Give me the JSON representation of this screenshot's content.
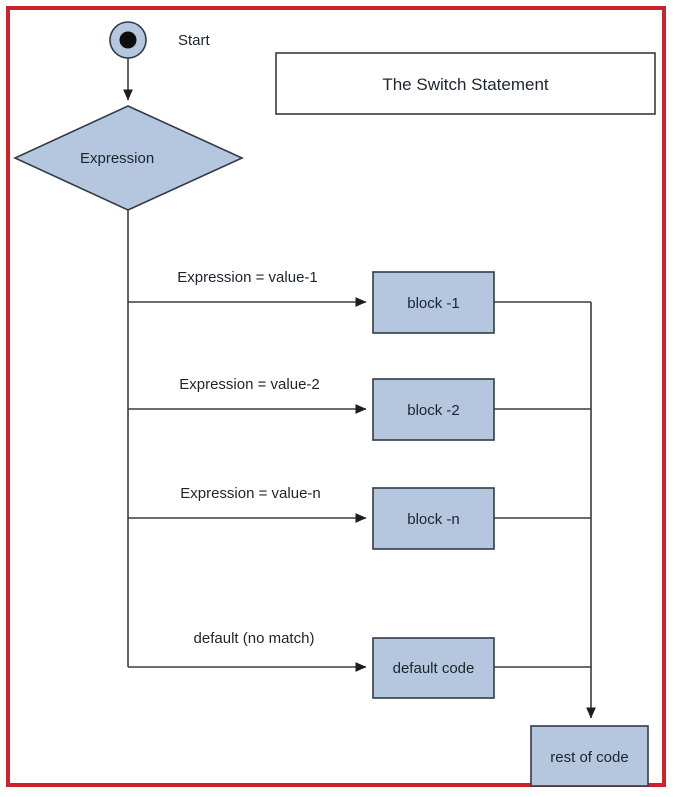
{
  "diagram": {
    "title": "The Switch Statement",
    "start_label": "Start",
    "decision_label": "Expression",
    "frame_color": "#cc2229",
    "node_fill": "#b4c7de",
    "node_stroke": "#333b47",
    "edge_color": "#3b3b3b",
    "text_color": "#1d242e",
    "branches": [
      {
        "edge_label": "Expression = value-1",
        "block_label": "block -1"
      },
      {
        "edge_label": "Expression = value-2",
        "block_label": "block -2"
      },
      {
        "edge_label": "Expression = value-n",
        "block_label": "block -n"
      },
      {
        "edge_label": "default (no match)",
        "block_label": "default code"
      }
    ],
    "end_label": "rest of code",
    "icons": {
      "start_node": "filled-circle-start-icon",
      "decision_node": "diamond-decision-icon",
      "arrow": "arrowhead-icon"
    }
  }
}
